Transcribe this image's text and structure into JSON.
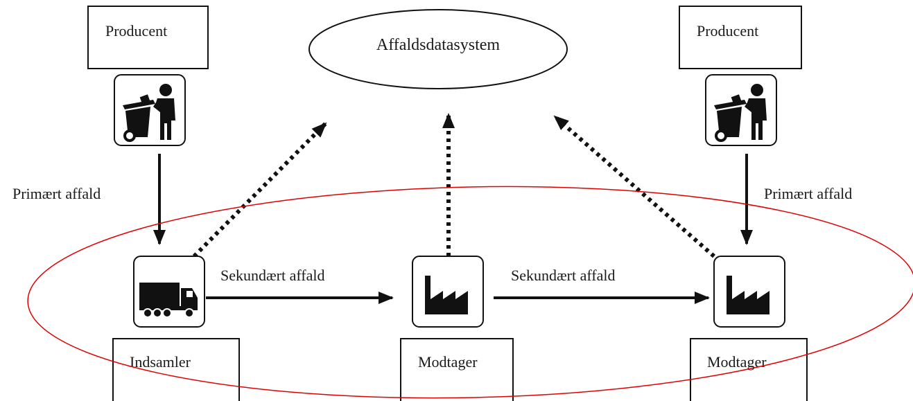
{
  "system": {
    "label": "Affaldsdatasystem"
  },
  "producer_left": {
    "label": "Producent"
  },
  "producer_right": {
    "label": "Producent"
  },
  "edges": {
    "primary_left": "Primært affald",
    "primary_right": "Primært affald",
    "secondary_1": "Sekundært affald",
    "secondary_2": "Sekundært affald"
  },
  "nodes": {
    "collector": {
      "label": "Indsamler"
    },
    "receiver_1": {
      "label": "Modtager"
    },
    "receiver_2": {
      "label": "Modtager"
    }
  },
  "icons": {
    "producer": "person-disposing-waste-icon",
    "collector": "truck-icon",
    "receiver": "factory-icon"
  },
  "colors": {
    "line": "#111111",
    "highlight_ellipse": "#e00000"
  }
}
